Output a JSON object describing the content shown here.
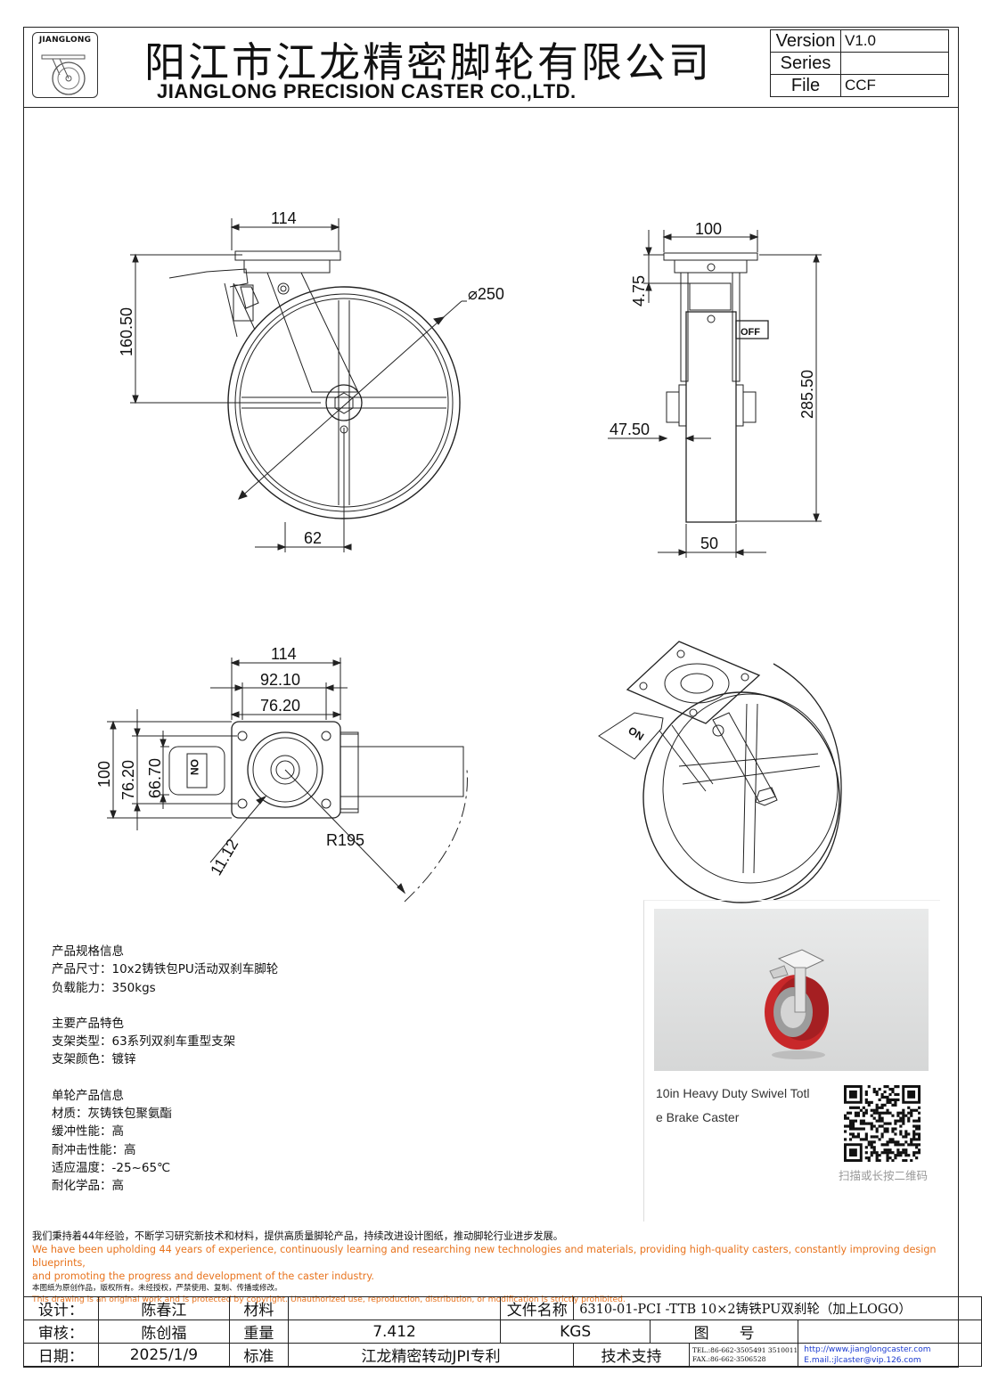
{
  "header": {
    "logo_text": "JIANGLONG",
    "company_cn": "阳江市江龙精密脚轮有限公司",
    "company_en": "JIANGLONG PRECISION CASTER CO.,LTD.",
    "version_label": "Version",
    "version_value": "V1.0",
    "series_label": "Series",
    "series_value": "",
    "file_label": "File",
    "file_value": "CCF"
  },
  "dims": {
    "side": {
      "top": "114",
      "height": "160.50",
      "dia": "250",
      "offset": "62"
    },
    "front": {
      "top": "100",
      "h1": "4.75",
      "total": "285.50",
      "hub": "47.50",
      "width": "50",
      "off": "OFF"
    },
    "topv": {
      "w1": "114",
      "w2": "92.10",
      "w3": "76.20",
      "h1": "100",
      "h2": "76.20",
      "h3": "66.70",
      "hole": "11.12",
      "swivel": "R195",
      "on": "ON"
    },
    "iso_on": "ON"
  },
  "spec": {
    "sec1_title": "产品规格信息",
    "size": "产品尺寸：10x2铸铁包PU活动双刹车脚轮",
    "load": "负载能力：350kgs",
    "sec2_title": "主要产品特色",
    "bracket_type": "支架类型：63系列双刹车重型支架",
    "bracket_color": "支架颜色：镀锌",
    "sec3_title": "单轮产品信息",
    "material": "材质：灰铸铁包聚氨酯",
    "cushion": "缓冲性能：高",
    "impact": "耐冲击性能：高",
    "temp": "适应温度：-25~65℃",
    "chem": "耐化学品：高"
  },
  "preview": {
    "caption1": "10in Heavy Duty Swivel Totl",
    "caption2": "e Brake Caster",
    "qr_caption": "扫描或长按二维码"
  },
  "notes": {
    "cn": "我们秉持着44年经验，不断学习研究新技术和材料，提供高质量脚轮产品，持续改进设计图纸，推动脚轮行业进步发展。",
    "en1": "We have been upholding 44 years of experience, continuously learning and researching new technologies and materials, providing high-quality casters, constantly improving design blueprints,",
    "en2": "and promoting the progress and development of the caster industry.",
    "copy_cn": "本图纸为原创作品，版权所有。未经授权，严禁使用、复制、传播或修改。",
    "copy_en": "This drawing is an original work and is protected by copyright. Unauthorized use, reproduction, distribution, or modification is strictly prohibited."
  },
  "titleblock": {
    "design_label": "设计：",
    "designer": "陈春江",
    "material_label": "材料",
    "material_value": "",
    "filename_label": "文件名称",
    "filename": "6310-01-PCI -TTB 10×2铸铁PU双刹轮（加上LOGO）",
    "review_label": "审核：",
    "reviewer": "陈创福",
    "weight_label": "重量",
    "weight": "7.412",
    "weight_unit": "KGS",
    "drawing_no_label": "图　　号",
    "drawing_no": "",
    "date_label": "日期：",
    "date": "2025/1/9",
    "standard_label": "标准",
    "standard": "江龙精密转动JPI专利",
    "support_label": "技术支持",
    "tel": "TEL.:86-662-3505491 3510011",
    "fax": "FAX.:86-662-3506528",
    "web": "http://www.jianglongcaster.com",
    "email": "E.mail.:jlcaster@vip.126.com"
  }
}
